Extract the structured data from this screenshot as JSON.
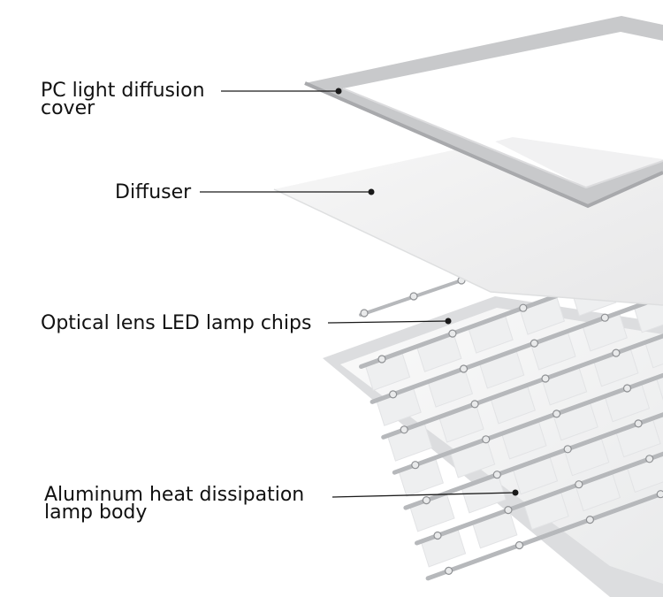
{
  "colors": {
    "frame": "#c9cacc",
    "frame_shadow": "#a9aaad",
    "diffuser": "#f0f0f1",
    "body": "#f4f4f5",
    "body_rim": "#d9dadc",
    "led_strip": "#b8babd",
    "led": "#e6e7e8",
    "leader": "#1a1a1a",
    "text": "#111111"
  },
  "callouts": [
    {
      "id": "pc-cover",
      "lines": [
        "PC light diffusion",
        "cover"
      ]
    },
    {
      "id": "diffuser",
      "lines": [
        "Diffuser"
      ]
    },
    {
      "id": "led-chips",
      "lines": [
        "Optical lens LED lamp chips"
      ]
    },
    {
      "id": "lamp-body",
      "lines": [
        "Aluminum heat dissipation",
        "lamp body"
      ]
    }
  ]
}
